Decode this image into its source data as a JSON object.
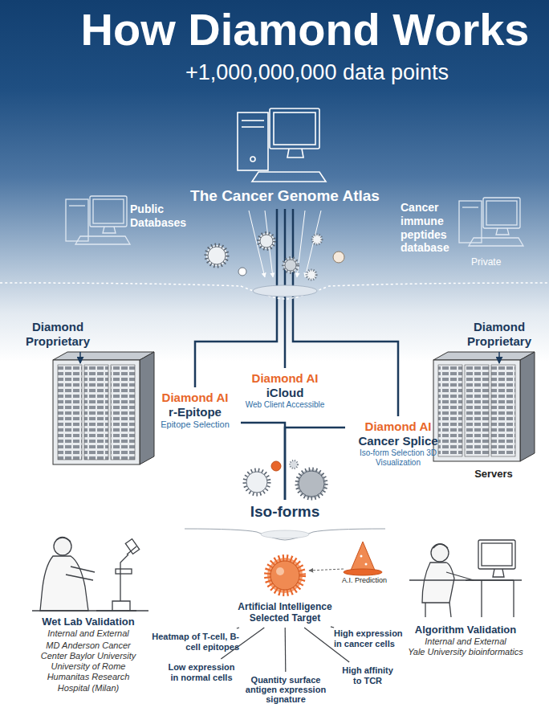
{
  "diagram": {
    "title": "How Diamond Works",
    "nodes": [
      {
        "text": [
          "Public Databases"
        ]
      },
      {
        "text": [
          "The Cancer Genome Atlas"
        ]
      },
      {
        "text": [
          "Cancer immune peptides database",
          "Private"
        ]
      },
      {
        "text": [
          "Diamond AI",
          "r-Epitope",
          "Epitope Selection"
        ]
      },
      {
        "text": [
          "Diamond AI",
          "iCloud",
          "Web Client Accessible"
        ]
      },
      {
        "text": [
          "Diamond AI",
          "Cancer Splice",
          "Iso-form Selection 3D Visualization"
        ]
      },
      {
        "text": [
          "Iso-forms"
        ]
      },
      {
        "text": [
          "Wet Lab Validation",
          "Internal and External",
          "MD Anderson Cancer Center Baylor University University of Rome Humanitas Research Hospital (Milan)"
        ]
      },
      {
        "text": [
          "Artificial Intelligence Selected Target"
        ]
      },
      {
        "text": [
          "Algorithm Validation",
          "Internal and External",
          "Yale University bioinformatics"
        ]
      },
      {
        "text": [
          "Heatmap of T-cell, B-cell epitopes"
        ]
      },
      {
        "text": [
          "High expression in cancer cells"
        ]
      },
      {
        "text": [
          "Low expression in normal cells"
        ]
      },
      {
        "text": [
          "Quantity surface antigen expression signature"
        ]
      },
      {
        "text": [
          "High affinity to TCR"
        ]
      }
    ],
    "edges": [
      {
        "from": 1,
        "to": 3,
        "arrow": "none"
      },
      {
        "from": 1,
        "to": 4,
        "arrow": "none"
      },
      {
        "from": 1,
        "to": 5,
        "arrow": "none"
      },
      {
        "from": 3,
        "to": 6,
        "arrow": "none"
      },
      {
        "from": 5,
        "to": 6,
        "arrow": "none"
      },
      {
        "from": 8,
        "to": 10,
        "arrow": "none"
      },
      {
        "from": 8,
        "to": 11,
        "arrow": "none"
      },
      {
        "from": 8,
        "to": 12,
        "arrow": "none"
      },
      {
        "from": 8,
        "to": 13,
        "arrow": "none"
      },
      {
        "from": 8,
        "to": 14,
        "arrow": "none"
      }
    ],
    "labels": [
      "+1,000,000,000 data points",
      "Diamond Proprietary",
      "Diamond Proprietary",
      "Servers",
      "A.I. Prediction"
    ]
  }
}
